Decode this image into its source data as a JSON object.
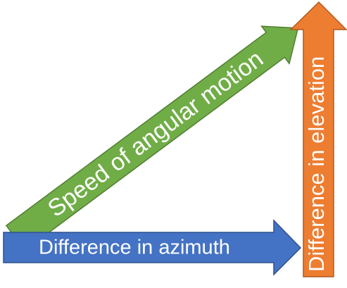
{
  "arrows": {
    "speed": {
      "label": "Speed of angular motion",
      "color": "#70AD47",
      "border_color": "#507E32"
    },
    "azimuth": {
      "label": "Difference in azimuth",
      "color": "#4472C4",
      "border_color": "#2F528F"
    },
    "elevation": {
      "label": "Difference in elevation",
      "color": "#ED7D31",
      "border_color": "#AE5A21"
    }
  }
}
